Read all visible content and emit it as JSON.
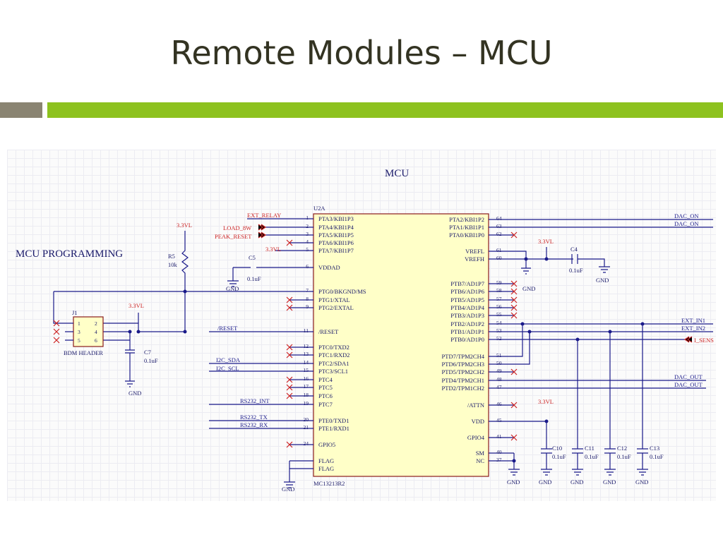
{
  "slide": {
    "title": "Remote Modules – MCU"
  },
  "schematic": {
    "sheet_title": "MCU",
    "section_label": "MCU PROGRAMMING",
    "ic": {
      "ref": "U2A",
      "part": "MC13213R2"
    },
    "left_pins": [
      {
        "num": "1",
        "name": "PTA3/KBI1P3"
      },
      {
        "num": "2",
        "name": "PTA4/KBI1P4"
      },
      {
        "num": "3",
        "name": "PTA5/KBI1P5"
      },
      {
        "num": "4",
        "name": "PTA6/KBI1P6"
      },
      {
        "num": "5",
        "name": "PTA7/KBI1P7"
      },
      {
        "num": "6",
        "name": "VDDAD"
      },
      {
        "num": "7",
        "name": "PTG0/BKGND/MS"
      },
      {
        "num": "8",
        "name": "PTG1/XTAL"
      },
      {
        "num": "9",
        "name": "PTG2/EXTAL"
      },
      {
        "num": "11",
        "name": "/RESET"
      },
      {
        "num": "12",
        "name": "PTC0/TXD2"
      },
      {
        "num": "13",
        "name": "PTC1/RXD2"
      },
      {
        "num": "14",
        "name": "PTC2/SDA1"
      },
      {
        "num": "15",
        "name": "PTC3/SCL1"
      },
      {
        "num": "16",
        "name": "PTC4"
      },
      {
        "num": "17",
        "name": "PTC5"
      },
      {
        "num": "18",
        "name": "PTC6"
      },
      {
        "num": "19",
        "name": "PTC7"
      },
      {
        "num": "20",
        "name": "PTE0/TXD1"
      },
      {
        "num": "21",
        "name": "PTE1/RXD1"
      },
      {
        "num": "24",
        "name": "GPIO5"
      },
      {
        "num": "",
        "name": "FLAG"
      },
      {
        "num": "",
        "name": "FLAG"
      }
    ],
    "right_pins": [
      {
        "num": "64",
        "name": "PTA2/KBI1P2"
      },
      {
        "num": "63",
        "name": "PTA1/KBI1P1"
      },
      {
        "num": "62",
        "name": "PTA0/KBI1P0"
      },
      {
        "num": "61",
        "name": "VREFL"
      },
      {
        "num": "60",
        "name": "VREFH"
      },
      {
        "num": "59",
        "name": "PTB7/AD1P7"
      },
      {
        "num": "58",
        "name": "PTB6/AD1P6"
      },
      {
        "num": "57",
        "name": "PTB5/AD1P5"
      },
      {
        "num": "56",
        "name": "PTB4/AD1P4"
      },
      {
        "num": "55",
        "name": "PTB3/AD1P3"
      },
      {
        "num": "54",
        "name": "PTB2/AD1P2"
      },
      {
        "num": "53",
        "name": "PTB1/AD1P1"
      },
      {
        "num": "52",
        "name": "PTB0/AD1P0"
      },
      {
        "num": "51",
        "name": "PTD7/TPM2CH4"
      },
      {
        "num": "50",
        "name": "PTD6/TPM2CH3"
      },
      {
        "num": "49",
        "name": "PTD5/TPM2CH2"
      },
      {
        "num": "48",
        "name": "PTD4/TPM2CH1"
      },
      {
        "num": "47",
        "name": "PTD2/TPM1CH2"
      },
      {
        "num": "46",
        "name": "/ATTN"
      },
      {
        "num": "45",
        "name": "VDD"
      },
      {
        "num": "41",
        "name": "GPIO4"
      },
      {
        "num": "40",
        "name": "SM"
      },
      {
        "num": "37",
        "name": "NC"
      }
    ],
    "nets": {
      "ext_relay": "EXT_RELAY",
      "load_8w": "LOAD_8W",
      "peak_reset": "PEAK_RESET",
      "reset": "/RESET",
      "i2c_sda": "I2C_SDA",
      "i2c_scl": "I2C_SCL",
      "rs232_int": "RS232_INT",
      "rs232_tx": "RS232_TX",
      "rs232_rx": "RS232_RX",
      "dac_on_1": "DAC_ON",
      "dac_on_2": "DAC_ON",
      "ext_in1": "EXT_IN1",
      "ext_in2": "EXT_IN2",
      "i_sens": "I_SENS",
      "dac_out_1": "DAC_OUT",
      "dac_out_2": "DAC_OUT"
    },
    "power": {
      "v33": "3.3VL",
      "gnd": "GND"
    },
    "components": {
      "r5_ref": "R5",
      "r5_val": "10k",
      "c5_ref": "C5",
      "c5_val": "0.1uF",
      "c4_ref": "C4",
      "c4_val": "0.1uF",
      "c7_ref": "C7",
      "c7_val": "0.1uF",
      "c10_ref": "C10",
      "c10_val": "0.1uF",
      "c11_ref": "C11",
      "c11_val": "0.1uF",
      "c12_ref": "C12",
      "c12_val": "0.1uF",
      "c13_ref": "C13",
      "c13_val": "0.1uF"
    },
    "header": {
      "ref": "J1",
      "label": "BDM HEADER",
      "pins": [
        "1",
        "2",
        "3",
        "4",
        "5",
        "6"
      ]
    }
  }
}
